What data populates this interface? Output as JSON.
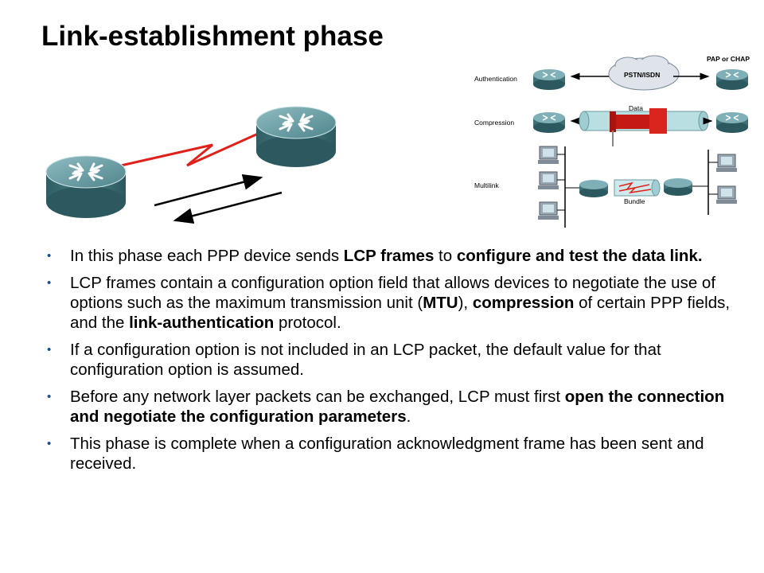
{
  "slide": {
    "title": "Link-establishment phase"
  },
  "right_diagram": {
    "rows": {
      "authentication": "Authentication",
      "compression": "Compression",
      "multilink": "Multilink"
    },
    "cloud_label": "PSTN/ISDN",
    "pap_chap_label": "PAP or CHAP",
    "data_label": "Data",
    "bundle_label": "Bundle"
  },
  "bullets": [
    {
      "parts": [
        "In this phase each PPP device sends ",
        "LCP frames",
        " to ",
        "configure and test the data link."
      ]
    },
    {
      "parts": [
        "LCP frames contain a configuration option field that allows devices to negotiate the use of options such as the maximum transmission unit (",
        "MTU",
        "), ",
        "compression",
        " of certain PPP fields, and the ",
        "link-authentication",
        " protocol."
      ]
    },
    {
      "parts": [
        "If a configuration option is not included in an LCP packet, the default value for that configuration option is assumed."
      ]
    },
    {
      "parts": [
        "Before any network layer packets can be exchanged, LCP must first ",
        "open the connection and negotiate the configuration parameters",
        "."
      ]
    },
    {
      "parts": [
        "This phase is complete when a configuration acknowledgment frame has been sent and received."
      ]
    }
  ],
  "colors": {
    "router_top": "#6e9fa6",
    "router_body": "#3f6f77",
    "link": "#e0211b",
    "bullet": "#1a4f8a"
  },
  "icons": [
    "router-icon",
    "cloud-icon",
    "workstation-icon",
    "bullet-dot-icon"
  ]
}
